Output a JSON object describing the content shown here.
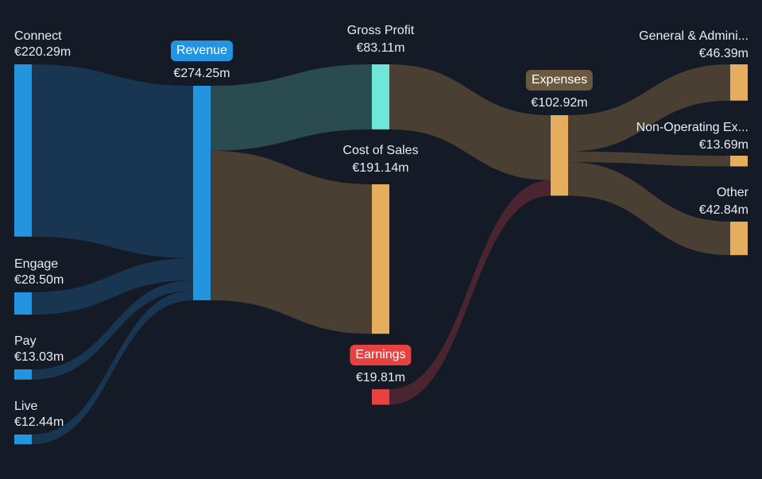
{
  "chart_data": {
    "type": "sankey",
    "currency_prefix": "€",
    "nodes": [
      {
        "id": "connect",
        "label": "Connect",
        "value": "€220.29m",
        "amount": 220.29,
        "color": "#2394e0"
      },
      {
        "id": "engage",
        "label": "Engage",
        "value": "€28.50m",
        "amount": 28.5,
        "color": "#2394e0"
      },
      {
        "id": "pay",
        "label": "Pay",
        "value": "€13.03m",
        "amount": 13.03,
        "color": "#2394e0"
      },
      {
        "id": "live",
        "label": "Live",
        "value": "€12.44m",
        "amount": 12.44,
        "color": "#2394e0"
      },
      {
        "id": "revenue",
        "label": "Revenue",
        "value": "€274.25m",
        "amount": 274.25,
        "color": "#2394e0"
      },
      {
        "id": "gross_profit",
        "label": "Gross Profit",
        "value": "€83.11m",
        "amount": 83.11,
        "color": "#6ee7d6"
      },
      {
        "id": "cost_of_sales",
        "label": "Cost of Sales",
        "value": "€191.14m",
        "amount": 191.14,
        "color": "#e5ae5e"
      },
      {
        "id": "earnings",
        "label": "Earnings",
        "value": "€19.81m",
        "amount": 19.81,
        "color": "#e84141"
      },
      {
        "id": "expenses",
        "label": "Expenses",
        "value": "€102.92m",
        "amount": 102.92,
        "color": "#e5ae5e"
      },
      {
        "id": "general",
        "label": "General & Admini...",
        "value": "€46.39m",
        "amount": 46.39,
        "color": "#e5ae5e"
      },
      {
        "id": "nonop",
        "label": "Non-Operating Ex...",
        "value": "€13.69m",
        "amount": 13.69,
        "color": "#e5ae5e"
      },
      {
        "id": "other",
        "label": "Other",
        "value": "€42.84m",
        "amount": 42.84,
        "color": "#e5ae5e"
      }
    ],
    "links": [
      {
        "source": "connect",
        "target": "revenue",
        "value": 220.29,
        "color": "#183651"
      },
      {
        "source": "engage",
        "target": "revenue",
        "value": 28.5,
        "color": "#183651"
      },
      {
        "source": "pay",
        "target": "revenue",
        "value": 13.03,
        "color": "#183651"
      },
      {
        "source": "live",
        "target": "revenue",
        "value": 12.44,
        "color": "#183651"
      },
      {
        "source": "revenue",
        "target": "gross_profit",
        "value": 83.11,
        "color": "#2a4b4f"
      },
      {
        "source": "revenue",
        "target": "cost_of_sales",
        "value": 191.14,
        "color": "#4a3f33"
      },
      {
        "source": "gross_profit",
        "target": "expenses",
        "value": 83.11,
        "color": "#4a3f33"
      },
      {
        "source": "earnings",
        "target": "expenses",
        "value": 19.81,
        "color": "#4a2530"
      },
      {
        "source": "expenses",
        "target": "general",
        "value": 46.39,
        "color": "#4a3f33"
      },
      {
        "source": "expenses",
        "target": "nonop",
        "value": 13.69,
        "color": "#4a3f33"
      },
      {
        "source": "expenses",
        "target": "other",
        "value": 42.84,
        "color": "#4a3f33"
      }
    ],
    "badge_colors": {
      "revenue": "#2394e0",
      "earnings": "#e84141",
      "expenses": "#6b5840"
    }
  }
}
